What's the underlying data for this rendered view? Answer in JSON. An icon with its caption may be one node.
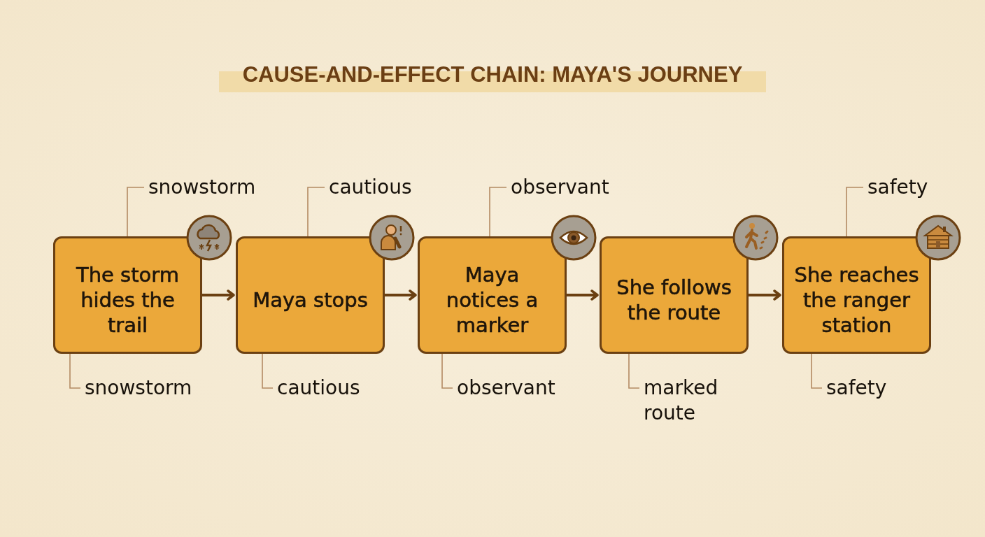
{
  "diagram": {
    "title": "CAUSE-AND-EFFECT CHAIN: MAYA'S JOURNEY",
    "nodes": [
      {
        "text": [
          "The storm hides the trail"
        ]
      },
      {
        "text": [
          "Maya stops"
        ]
      },
      {
        "text": [
          "Maya notices a marker"
        ]
      },
      {
        "text": [
          "She follows the route"
        ]
      },
      {
        "text": [
          "She reaches the ranger station"
        ]
      },
      {
        "text": [
          "snowstorm"
        ]
      },
      {
        "text": [
          "cautious"
        ]
      },
      {
        "text": [
          "observant"
        ]
      },
      {
        "text": [
          "safety"
        ]
      },
      {
        "text": [
          "snowstorm"
        ]
      },
      {
        "text": [
          "cautious"
        ]
      },
      {
        "text": [
          "observant"
        ]
      },
      {
        "text": [
          "marked route"
        ]
      },
      {
        "text": [
          "safety"
        ]
      }
    ],
    "edges": [
      {
        "from": 0,
        "to": 1,
        "arrow": "to",
        "style": "thick",
        "color": "#6b4012"
      },
      {
        "from": 1,
        "to": 2,
        "arrow": "to",
        "style": "thick",
        "color": "#6b4012"
      },
      {
        "from": 2,
        "to": 3,
        "arrow": "to",
        "style": "thick",
        "color": "#6b4012"
      },
      {
        "from": 3,
        "to": 4,
        "arrow": "to",
        "style": "thick",
        "color": "#6b4012"
      },
      {
        "from": 5,
        "to": 0,
        "arrow": "none"
      },
      {
        "from": 6,
        "to": 1,
        "arrow": "none"
      },
      {
        "from": 7,
        "to": 2,
        "arrow": "none"
      },
      {
        "from": 8,
        "to": 4,
        "arrow": "none"
      },
      {
        "from": 9,
        "to": 0,
        "arrow": "none"
      },
      {
        "from": 10,
        "to": 1,
        "arrow": "none"
      },
      {
        "from": 11,
        "to": 2,
        "arrow": "none"
      },
      {
        "from": 12,
        "to": 3,
        "arrow": "none"
      },
      {
        "from": 13,
        "to": 4,
        "arrow": "none"
      }
    ]
  }
}
